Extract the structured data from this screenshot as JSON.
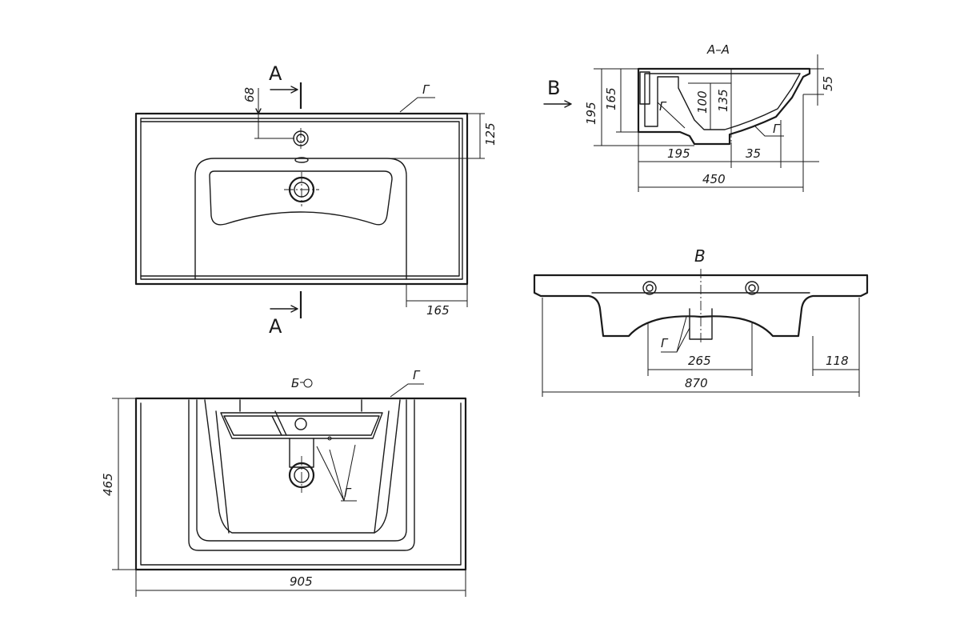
{
  "section_marks": {
    "top": "A",
    "bottom": "A"
  },
  "section_title": "A–A",
  "view_arrow": "B",
  "view_title": "B",
  "surface_label": "Г",
  "symbol_label": "Б",
  "dimensions": {
    "top_68": "68",
    "top_125": "125",
    "top_165": "165",
    "sec_195_outer": "195",
    "sec_165": "165",
    "sec_100": "100",
    "sec_135": "135",
    "sec_55": "55",
    "sec_195_bottom": "195",
    "sec_35": "35",
    "sec_450": "450",
    "view_265": "265",
    "view_870": "870",
    "view_118": "118",
    "bottom_465": "465",
    "bottom_905": "905"
  }
}
